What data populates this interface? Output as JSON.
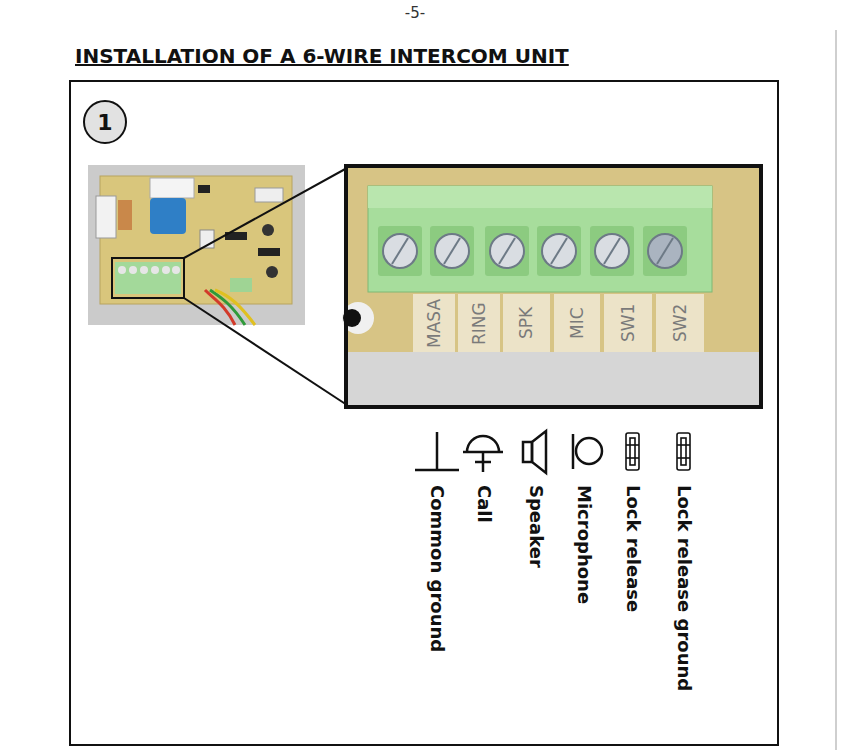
{
  "diagram": {
    "title": "INSTALLATION OF A 6-WIRE INTERCOM UNIT",
    "nodes": [
      {
        "text": [
          "1"
        ]
      }
    ],
    "labels": [
      "-5-",
      "MASA",
      "RING",
      "SPK",
      "MIC",
      "SW1",
      "SW2",
      "Common ground",
      "Call",
      "Speaker",
      "Microphone",
      "Lock release",
      "Lock release ground"
    ]
  }
}
